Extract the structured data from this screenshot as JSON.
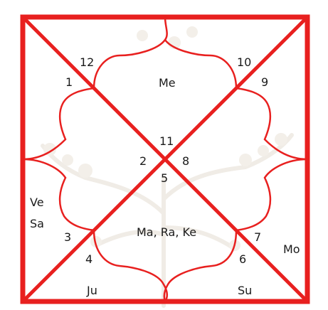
{
  "chart": {
    "colors": {
      "frame": "#e8201f",
      "text": "#1a1a1a",
      "background": "#ffffff",
      "watermark": "#f0ece6"
    },
    "house_numbers": {
      "h1": "1",
      "h2": "2",
      "h3": "3",
      "h4": "4",
      "h5": "5",
      "h6": "6",
      "h7": "7",
      "h8": "8",
      "h9": "9",
      "h10": "10",
      "h11": "11",
      "h12": "12"
    },
    "planets": {
      "top": "Me",
      "left_upper": "Ve",
      "left_lower": "Sa",
      "bottom_center": "Ma, Ra, Ke",
      "right": "Mo",
      "bottom_left": "Ju",
      "bottom_right": "Su"
    }
  }
}
